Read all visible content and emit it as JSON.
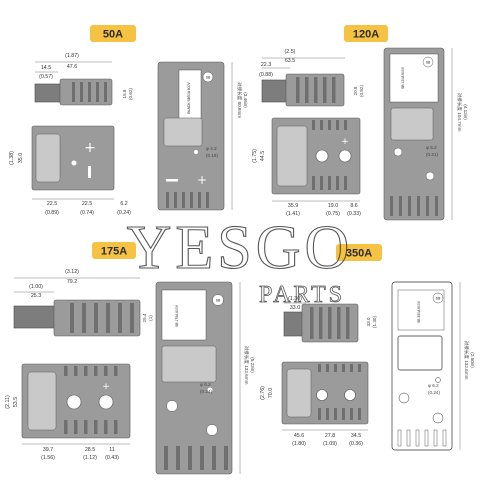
{
  "badges": {
    "a50": "50A",
    "a120": "120A",
    "a175": "175A",
    "a350": "350A"
  },
  "watermark": {
    "brand": "YESGO",
    "sub": "PARTS"
  },
  "colors": {
    "badge": "#f6c243",
    "connector": "#9b9b9b",
    "connector_dark": "#7d7d7d",
    "outline": "#333333"
  },
  "p50": {
    "top_w_in": "(1.87)",
    "top_w_mm": "47.6",
    "ext_mm": "14.5",
    "ext_in": "(0.57)",
    "h_mm": "15.8",
    "h_in": "(0.62)",
    "front_h_in": "(1.38)",
    "front_h_mm": "35.0",
    "b1_mm": "22.5",
    "b1_in": "(0.89)",
    "b2_mm": "22.5",
    "b2_in": "(0.74)",
    "b3_mm": "6.2",
    "b3_in": "(0.24)",
    "side_len": "对接长度 80.8mm",
    "side_len_in": "(3.46in)",
    "hole_mm": "φ 4.2",
    "hole_in": "(0.16)",
    "side_text": "BLACK SB50A 600V",
    "side_brand": "SB"
  },
  "p120": {
    "top_w_in": "(2.5)",
    "top_w_mm": "63.5",
    "ext_mm": "22.3",
    "ext_in": "(0.88)",
    "h_mm": "20.8",
    "h_in": "(0.82)",
    "front_h_in": "(1.75)",
    "front_h_mm": "44.5",
    "b1_mm": "35.9",
    "b1_in": "(1.41)",
    "b2_mm": "19.0",
    "b2_in": "(0.75)",
    "b3_mm": "8.6",
    "b3_in": "(0.33)",
    "side_len": "对接长度 104.7mm",
    "side_len_in": "(4.12in)",
    "hole_mm": "φ 5.2",
    "hole_in": "(0.21)",
    "side_text": "SB 120A 600V",
    "side_brand": "SB"
  },
  "p175": {
    "top_w_in": "(3.12)",
    "top_w_mm": "79.2",
    "ext_in": "(1.00)",
    "ext_mm": "25.3",
    "h_mm": "25.4",
    "h_in": "(1)",
    "front_h_in": "(2.11)",
    "front_h_mm": "53.5",
    "b1_mm": "39.7",
    "b1_in": "(1.56)",
    "b2_mm": "28.5",
    "b2_in": "(1.12)",
    "b3_mm": "11",
    "b3_in": "(0.43)",
    "side_len": "对接长度 132.6mm",
    "side_len_in": "(5.22in)",
    "hole_mm": "φ 6.2",
    "hole_in": "(0.24)",
    "side_text": "SB 175A 600V",
    "side_brand": "SB"
  },
  "p350": {
    "top_w_in": "(1.30)",
    "top_w_mm": "33.0",
    "h_mm": "33.0",
    "h_in": "(1.30)",
    "front_h_in": "(2.76)",
    "front_h_mm": "70.0",
    "b1_mm": "45.6",
    "b1_in": "(1.80)",
    "b2_mm": "27.8",
    "b2_in": "(1.09)",
    "b3_mm": "34.5",
    "b3_in": "(0.36)",
    "side_len": "对接长度 132.6mm",
    "side_len_in": "(2.50in)",
    "hole_mm": "φ 6.2",
    "hole_in": "(0.24)",
    "side_text": "SB 350A 600V",
    "side_brand": "SB"
  }
}
